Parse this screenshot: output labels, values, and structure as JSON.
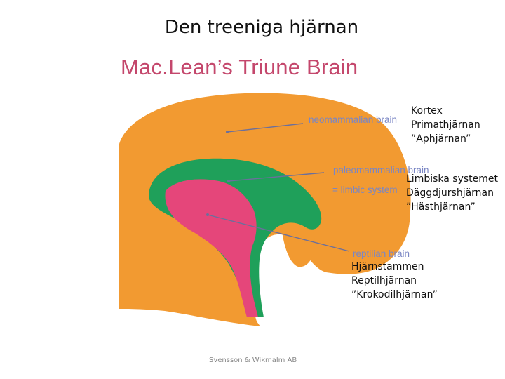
{
  "slide_title": "Den treeniga hjärnan",
  "figure": {
    "title": "Mac.Lean’s Triune Brain",
    "colors": {
      "neomammalian": "#f29a31",
      "paleomammalian": "#1fa05a",
      "reptilian": "#e5467a",
      "title": "#c4476c",
      "label_text": "#7a86c4",
      "pointer": "#6b6f9c"
    },
    "labels": {
      "neomammalian": "neomammalian brain",
      "paleomammalian": "paleomammalian brain",
      "limbic": "= limbic system",
      "reptilian": "reptilian brain"
    }
  },
  "notes": {
    "kortex": [
      "Kortex",
      "Primathjärnan",
      "”Aphjärnan”"
    ],
    "limbic": [
      "Limbiska systemet",
      "Däggdjurshjärnan",
      "”Hästhjärnan”"
    ],
    "stem": [
      "Hjärnstammen",
      "Reptilhjärnan",
      "”Krokodilhjärnan”"
    ]
  },
  "footer": "Svensson & Wikmalm AB"
}
